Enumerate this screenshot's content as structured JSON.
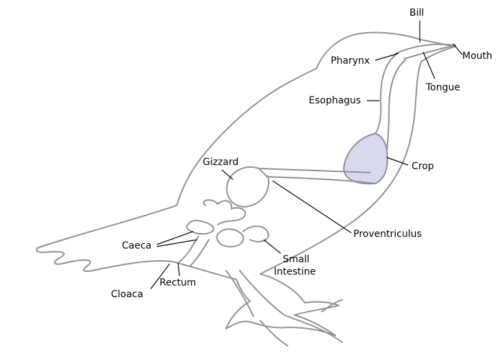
{
  "diagram": {
    "labels": {
      "bill": "Bill",
      "mouth": "Mouth",
      "pharynx": "Pharynx",
      "tongue": "Tongue",
      "esophagus": "Esophagus",
      "gizzard": "Gizzard",
      "crop": "Crop",
      "proventriculus": "Proventriculus",
      "caeca": "Caeca",
      "small_intestine_line1": "Small",
      "small_intestine_line2": "Intestine",
      "rectum": "Rectum",
      "cloaca": "Cloaca"
    },
    "colors": {
      "outline": "#8f8f96",
      "crop_shading": "#d9d9ee",
      "leader_lines": "#000000",
      "background": "#ffffff"
    }
  }
}
